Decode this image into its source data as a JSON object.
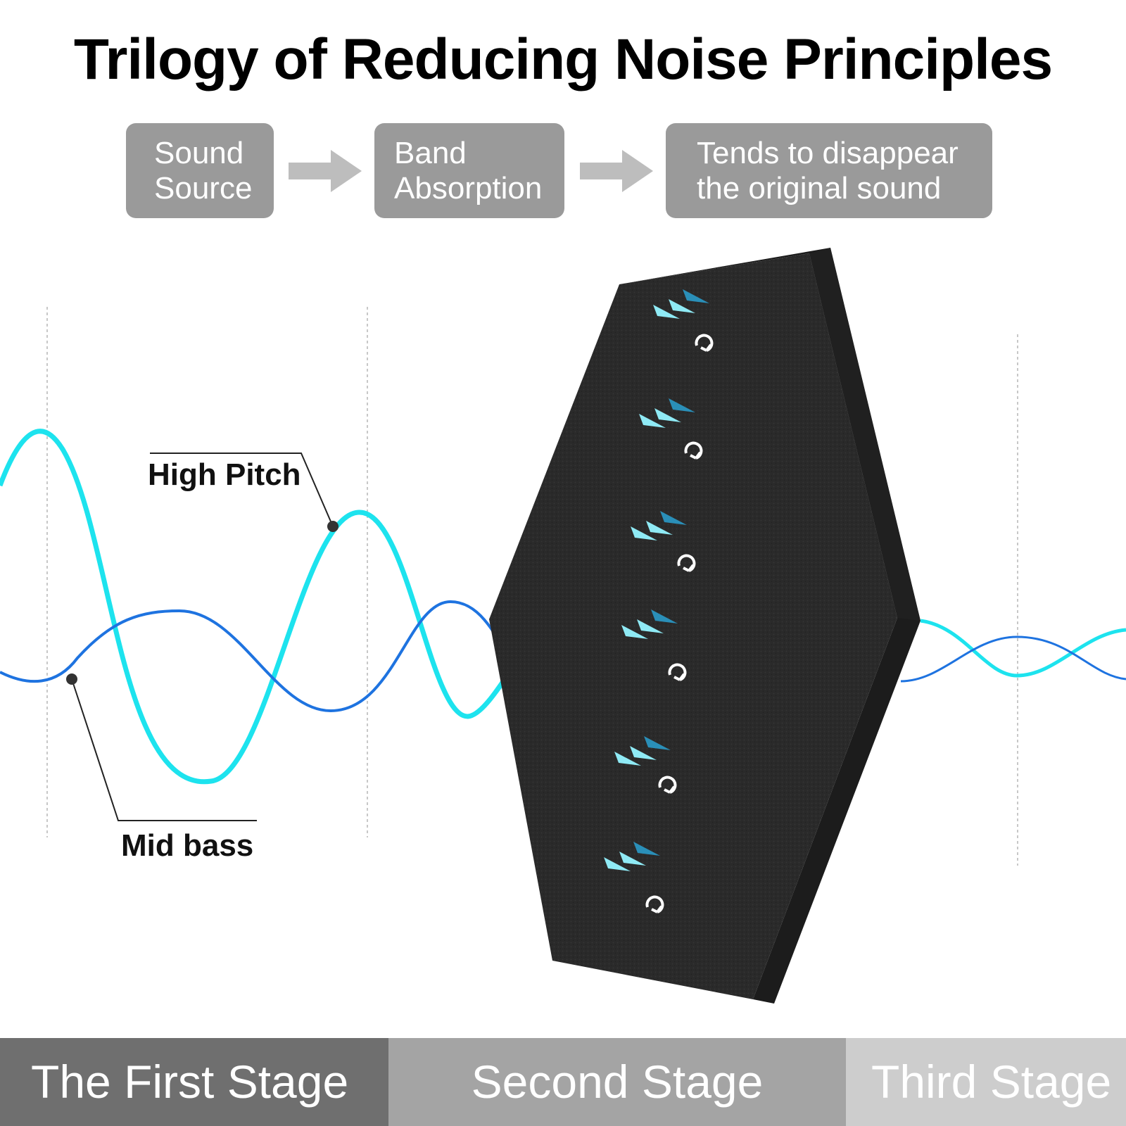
{
  "title": "Trilogy of Reducing Noise Principles",
  "flow": {
    "steps": [
      {
        "label": "Sound\nSource"
      },
      {
        "label": "Band\nAbsorption"
      },
      {
        "label": "Tends to disappear\nthe original sound"
      }
    ]
  },
  "waves": {
    "high_pitch_label": "High Pitch",
    "mid_bass_label": "Mid bass",
    "colors": {
      "high_pitch": "#1de3ee",
      "mid_bass": "#1e73e0",
      "panel": "#2b2b2b",
      "panel_side": "#1c1c1c"
    }
  },
  "stages": [
    {
      "label": "The First Stage",
      "color": "#6f6f6f"
    },
    {
      "label": "Second Stage",
      "color": "#a4a4a4"
    },
    {
      "label": "Third Stage",
      "color": "#cdcdcd"
    }
  ]
}
